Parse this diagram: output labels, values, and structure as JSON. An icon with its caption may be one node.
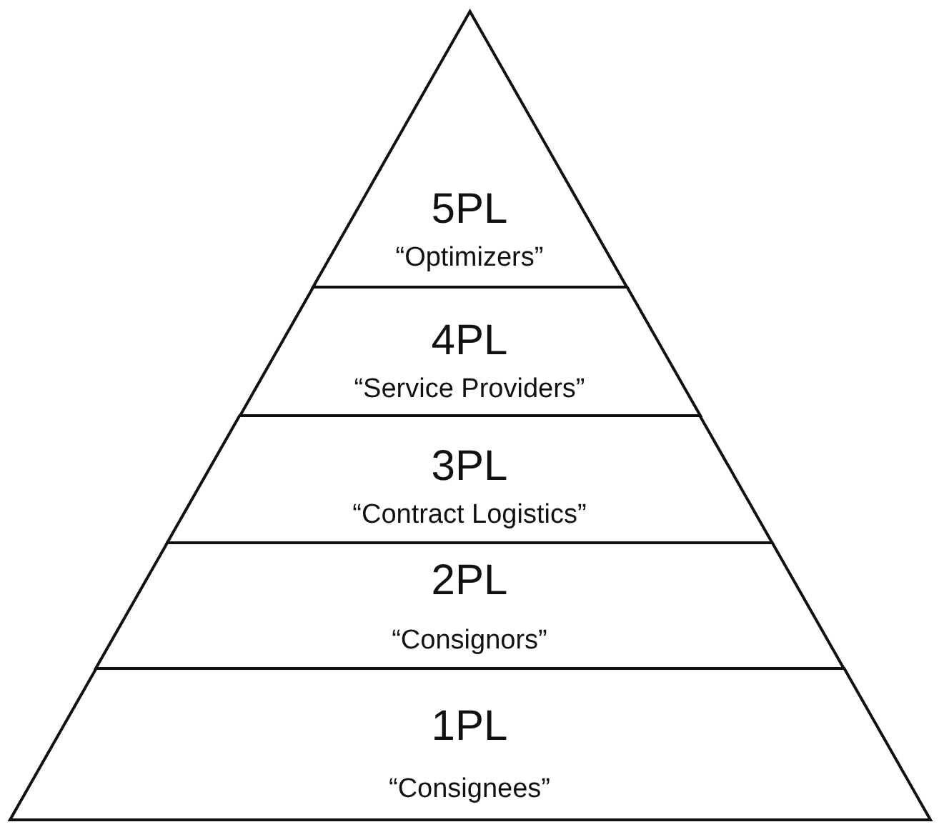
{
  "diagram": {
    "nodes": [
      {
        "text": [
          "5PL",
          "“Optimizers”"
        ]
      },
      {
        "text": [
          "4PL",
          "“Service Providers”"
        ]
      },
      {
        "text": [
          "3PL",
          "“Contract Logistics”"
        ]
      },
      {
        "text": [
          "2PL",
          "“Consignors”"
        ]
      },
      {
        "text": [
          "1PL",
          "“Consignees”"
        ]
      }
    ]
  }
}
